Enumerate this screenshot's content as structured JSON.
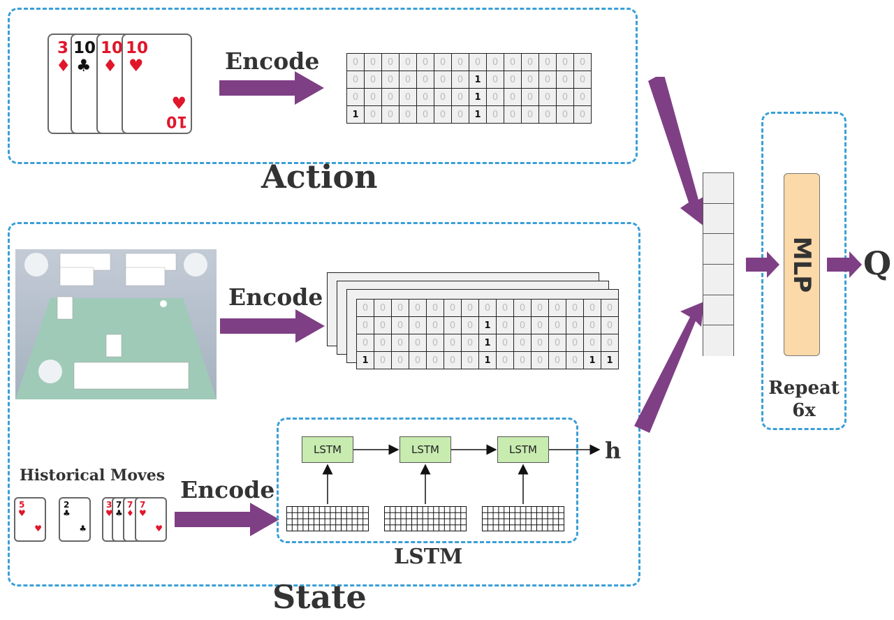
{
  "action_section": {
    "title": "Action",
    "encode_label": "Encode",
    "cards": [
      {
        "rank": "3",
        "suit": "♦",
        "color": "red"
      },
      {
        "rank": "10",
        "suit": "♣",
        "color": "black"
      },
      {
        "rank": "10",
        "suit": "♦",
        "color": "red"
      },
      {
        "rank": "10",
        "suit": "♥",
        "color": "red"
      }
    ],
    "matrix": [
      [
        0,
        0,
        0,
        0,
        0,
        0,
        0,
        0,
        0,
        0,
        0,
        0,
        0,
        0
      ],
      [
        0,
        0,
        0,
        0,
        0,
        0,
        0,
        1,
        0,
        0,
        0,
        0,
        0,
        0
      ],
      [
        0,
        0,
        0,
        0,
        0,
        0,
        0,
        1,
        0,
        0,
        0,
        0,
        0,
        0
      ],
      [
        1,
        0,
        0,
        0,
        0,
        0,
        0,
        1,
        0,
        0,
        0,
        0,
        0,
        0
      ]
    ]
  },
  "state_section": {
    "title": "State",
    "encode_label_state": "Encode",
    "encode_label_history": "Encode",
    "state_matrix_front": [
      [
        0,
        0,
        0,
        0,
        0,
        0,
        0,
        0,
        0,
        0,
        0,
        0,
        0,
        0,
        0
      ],
      [
        0,
        0,
        0,
        0,
        0,
        0,
        0,
        1,
        0,
        0,
        0,
        0,
        0,
        0,
        0
      ],
      [
        0,
        0,
        0,
        0,
        0,
        0,
        0,
        1,
        0,
        0,
        0,
        0,
        0,
        0,
        0
      ],
      [
        1,
        0,
        0,
        0,
        0,
        0,
        0,
        1,
        0,
        0,
        0,
        0,
        0,
        1,
        1
      ]
    ],
    "historical_moves_label": "Historical Moves",
    "history_cards": [
      {
        "rank": "5",
        "suit": "♥",
        "color": "red"
      },
      {
        "rank": "2",
        "suit": "♣",
        "color": "black"
      },
      {
        "rank": "3",
        "suit": "♥",
        "color": "red"
      },
      {
        "rank": "7",
        "suit": "♣",
        "color": "black"
      },
      {
        "rank": "7",
        "suit": "♦",
        "color": "red"
      },
      {
        "rank": "7",
        "suit": "♥",
        "color": "red"
      }
    ],
    "lstm": {
      "box_label": "LSTM",
      "cells": [
        "LSTM",
        "LSTM",
        "LSTM"
      ],
      "output_label": "h"
    }
  },
  "right_section": {
    "mlp_label": "MLP",
    "repeat_label_line1": "Repeat",
    "repeat_label_line2": "6x",
    "output_label": "Q"
  },
  "colors": {
    "arrow": "#7f3f85",
    "dashed_border": "#3a9fd6",
    "lstm_fill": "#c8ebb0",
    "mlp_fill": "#fcd9a8",
    "card_red": "#e0162b"
  },
  "icons": [
    "diamond-icon",
    "club-icon",
    "heart-icon"
  ]
}
